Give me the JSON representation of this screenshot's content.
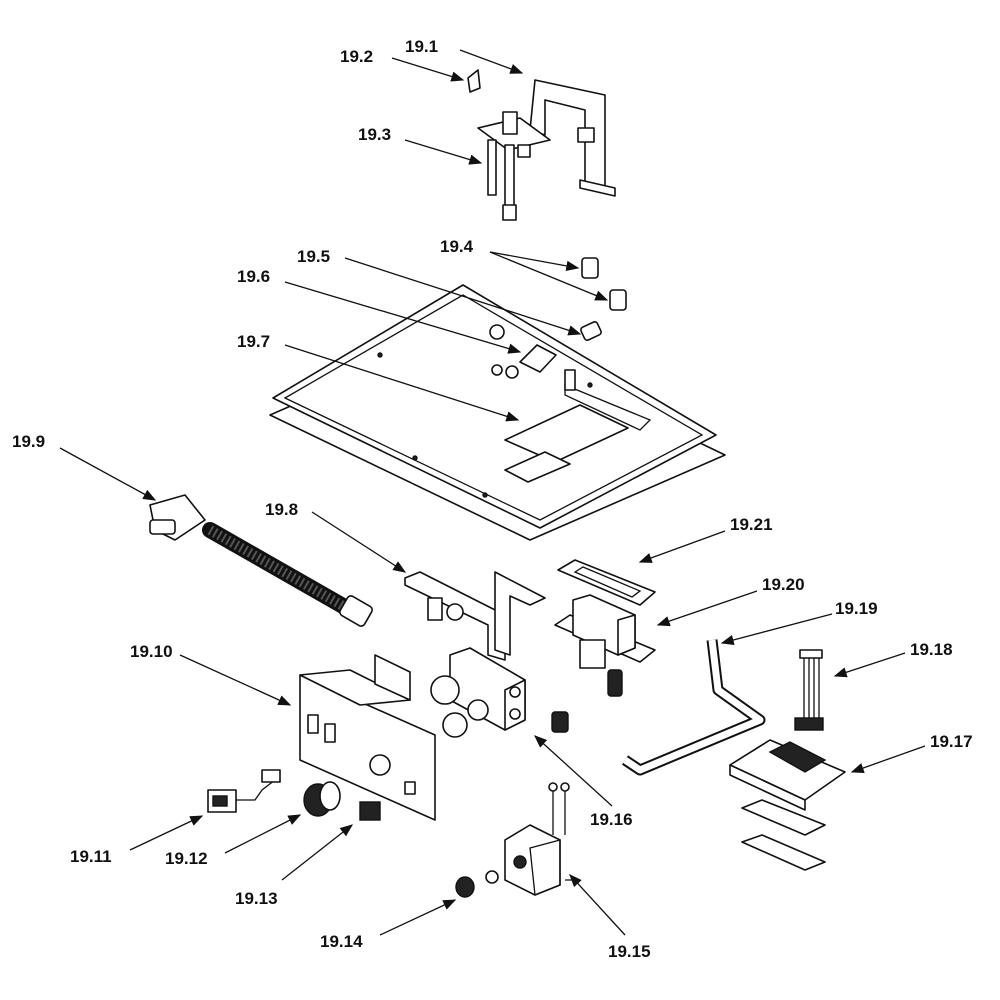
{
  "diagram": {
    "labels": {
      "p19_1": "19.1",
      "p19_2": "19.2",
      "p19_3": "19.3",
      "p19_4": "19.4",
      "p19_5": "19.5",
      "p19_6": "19.6",
      "p19_7": "19.7",
      "p19_8": "19.8",
      "p19_9": "19.9",
      "p19_10": "19.10",
      "p19_11": "19.11",
      "p19_12": "19.12",
      "p19_13": "19.13",
      "p19_14": "19.14",
      "p19_15": "19.15",
      "p19_16": "19.16",
      "p19_17": "19.17",
      "p19_18": "19.18",
      "p19_19": "19.19",
      "p19_20": "19.20",
      "p19_21": "19.21"
    },
    "colors": {
      "ink": "#111111",
      "background": "#ffffff"
    }
  }
}
